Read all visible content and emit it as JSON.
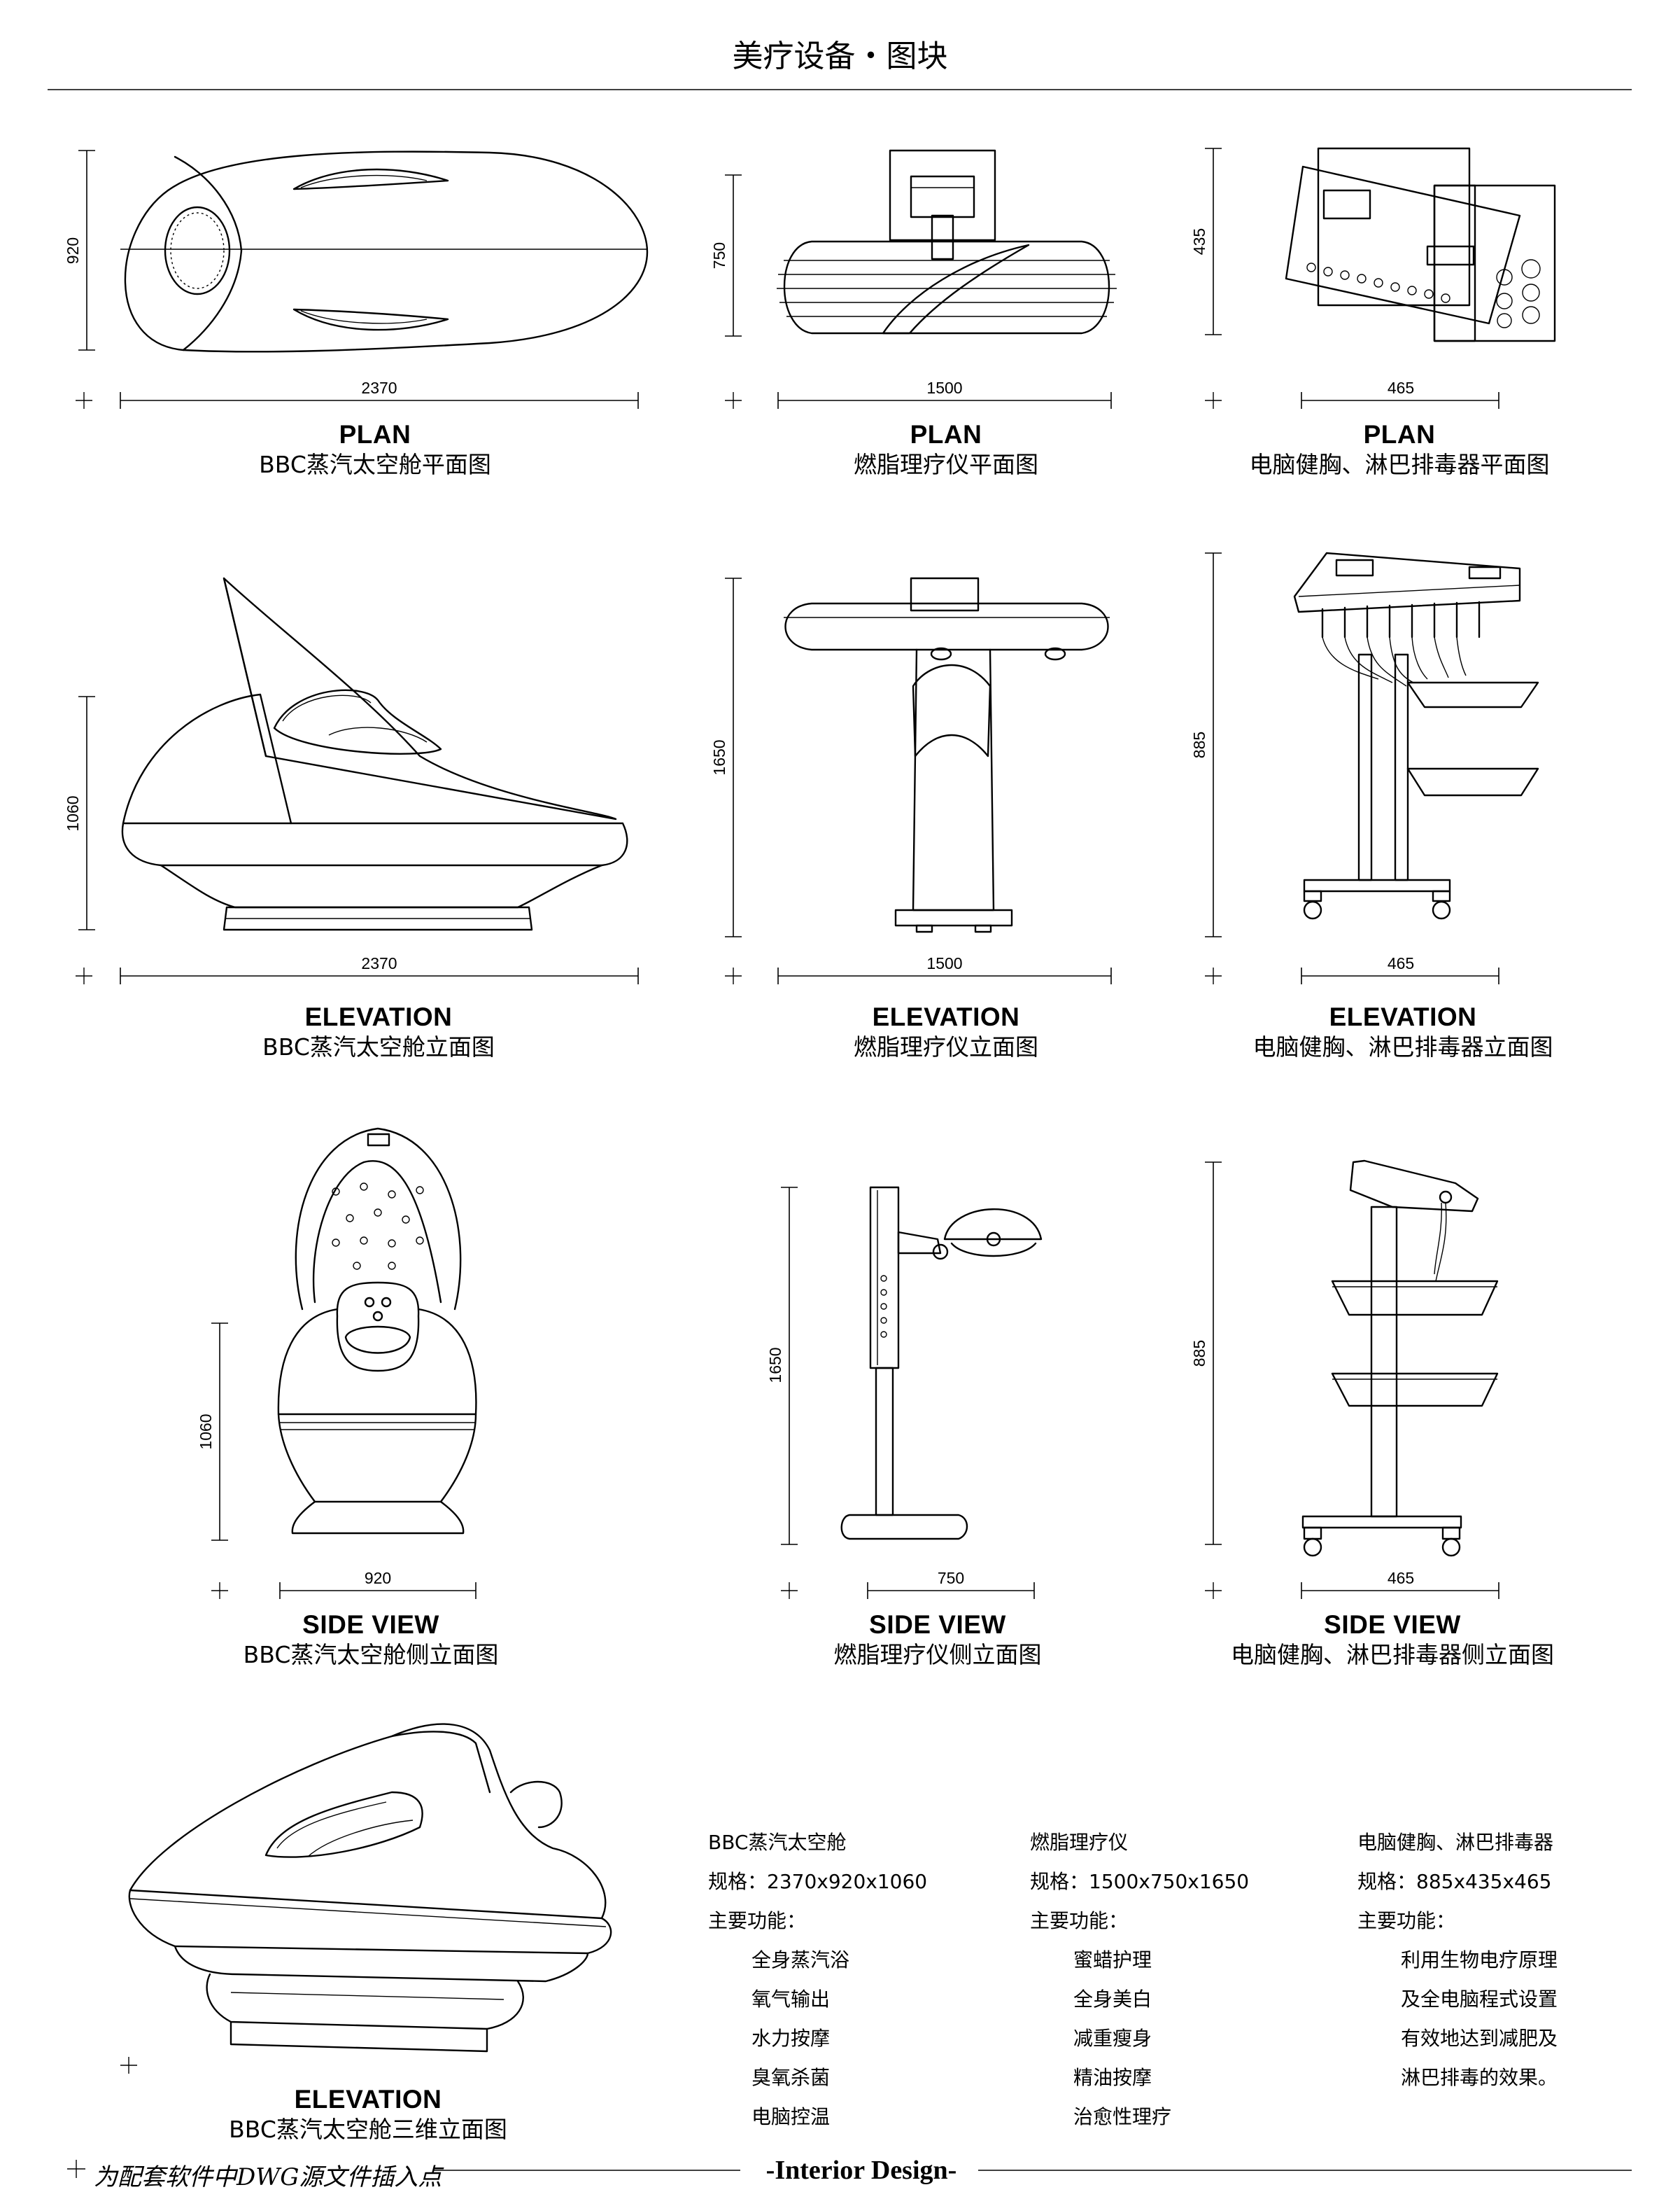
{
  "title": "美疗设备・图块",
  "drawings": {
    "capsule_plan": {
      "head": "PLAN",
      "caption": "BBC蒸汽太空舱平面图",
      "width_dim": "2370",
      "height_dim": "920"
    },
    "fat_plan": {
      "head": "PLAN",
      "caption": "燃脂理疗仪平面图",
      "width_dim": "1500",
      "height_dim": "750"
    },
    "lymph_plan": {
      "head": "PLAN",
      "caption": "电脑健胸、淋巴排毒器平面图",
      "width_dim": "465",
      "height_dim": "435"
    },
    "capsule_elev": {
      "head": "ELEVATION",
      "caption": "BBC蒸汽太空舱立面图",
      "width_dim": "2370",
      "height_dim": "1060"
    },
    "fat_elev": {
      "head": "ELEVATION",
      "caption": "燃脂理疗仪立面图",
      "width_dim": "1500",
      "height_dim": "1650"
    },
    "lymph_elev": {
      "head": "ELEVATION",
      "caption": "电脑健胸、淋巴排毒器立面图",
      "width_dim": "465",
      "height_dim": "885"
    },
    "capsule_side": {
      "head": "SIDE VIEW",
      "caption": "BBC蒸汽太空舱侧立面图",
      "width_dim": "920",
      "height_dim": "1060"
    },
    "fat_side": {
      "head": "SIDE VIEW",
      "caption": "燃脂理疗仪侧立面图",
      "width_dim": "750",
      "height_dim": "1650"
    },
    "lymph_side": {
      "head": "SIDE VIEW",
      "caption": "电脑健胸、淋巴排毒器侧立面图",
      "width_dim": "465",
      "height_dim": "885"
    },
    "capsule_3d": {
      "head": "ELEVATION",
      "caption": "BBC蒸汽太空舱三维立面图"
    }
  },
  "specs": [
    {
      "name": "BBC蒸汽太空舱",
      "size": "规格：2370x920x1060",
      "func_label": "主要功能：",
      "functions": [
        "全身蒸汽浴",
        "氧气输出",
        "水力按摩",
        "臭氧杀菌",
        "电脑控温"
      ]
    },
    {
      "name": "燃脂理疗仪",
      "size": "规格：1500x750x1650",
      "func_label": "主要功能：",
      "functions": [
        "蜜蜡护理",
        "全身美白",
        "减重瘦身",
        "精油按摩",
        "治愈性理疗"
      ]
    },
    {
      "name": "电脑健胸、淋巴排毒器",
      "size": "规格：885x435x465",
      "func_label": "主要功能：",
      "functions": [
        "利用生物电疗原理",
        "及全电脑程式设置",
        "有效地达到减肥及",
        "淋巴排毒的效果。"
      ]
    }
  ],
  "footer": {
    "left": "为配套软件中DWG源文件插入点",
    "center": "-Interior Design-"
  }
}
